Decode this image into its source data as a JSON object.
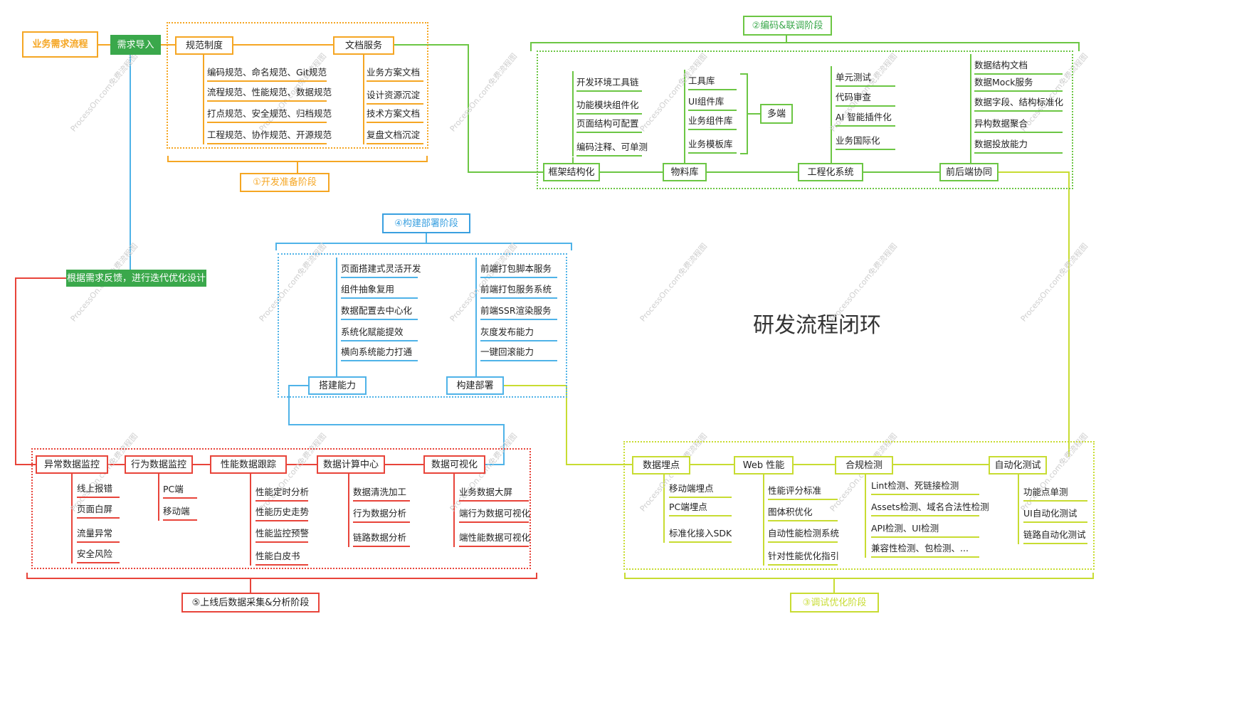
{
  "title": "研发流程闭环",
  "colors": {
    "orange": "#f5a623",
    "orange_fill": "#f7a72a",
    "green_fill": "#3aa84b",
    "green": "#6cc644",
    "blue": "#4fb3e8",
    "blue_stage": "#3aa0e0",
    "red": "#e8443a",
    "lime": "#c8dc32"
  },
  "watermark": "ProcessOn.com免费流程图",
  "flow": {
    "root": "业务需求流程",
    "import": "需求导入",
    "feedback": "根据需求反馈，进行迭代优化设计"
  },
  "stage1": {
    "label": "①开发准备阶段",
    "norms": {
      "title": "规范制度",
      "items": [
        "编码规范、命名规范、Git规范",
        "流程规范、性能规范、数据规范",
        "打点规范、安全规范、归档规范",
        "工程规范、协作规范、开源规范"
      ]
    },
    "docs": {
      "title": "文档服务",
      "items": [
        "业务方案文档",
        "设计资源沉淀",
        "技术方案文档",
        "复盘文档沉淀"
      ]
    }
  },
  "stage2": {
    "label": "②编码&联调阶段",
    "framework": {
      "title": "框架结构化",
      "items": [
        "开发环境工具链",
        "功能模块组件化",
        "页面结构可配置",
        "编码注释、可单测"
      ]
    },
    "materials": {
      "title": "物料库",
      "items": [
        "工具库",
        "UI组件库",
        "业务组件库",
        "业务模板库"
      ],
      "multi": "多端"
    },
    "engineering": {
      "title": "工程化系统",
      "items": [
        "单元测试",
        "代码审查",
        "AI 智能插件化",
        "业务国际化"
      ]
    },
    "collab": {
      "title": "前后端协同",
      "items": [
        "数据结构文档",
        "数据Mock服务",
        "数据字段、结构标准化",
        "异构数据聚合",
        "数据投放能力"
      ]
    }
  },
  "stage3": {
    "label": "③调试优化阶段",
    "tracking": {
      "title": "数据埋点",
      "items": [
        "移动端埋点",
        "PC端埋点",
        "标准化接入SDK"
      ]
    },
    "web": {
      "title": "Web 性能",
      "items": [
        "性能评分标准",
        "图体积优化",
        "自动性能检测系统",
        "针对性能优化指引"
      ]
    },
    "compliance": {
      "title": "合规检测",
      "items": [
        "Lint检测、死链接检测",
        "Assets检测、域名合法性检测",
        "API检测、UI检测",
        "兼容性检测、包检测、..."
      ]
    },
    "autotest": {
      "title": "自动化测试",
      "items": [
        "功能点单测",
        "UI自动化测试",
        "链路自动化测试"
      ]
    }
  },
  "stage4": {
    "label": "④构建部署阶段",
    "build": {
      "title": "搭建能力",
      "items": [
        "页面搭建式灵活开发",
        "组件抽象复用",
        "数据配置去中心化",
        "系统化赋能提效",
        "横向系统能力打通"
      ]
    },
    "deploy": {
      "title": "构建部署",
      "items": [
        "前端打包脚本服务",
        "前端打包服务系统",
        "前端SSR渲染服务",
        "灰度发布能力",
        "一键回滚能力"
      ]
    }
  },
  "stage5": {
    "label": "⑤上线后数据采集&分析阶段",
    "anomaly": {
      "title": "异常数据监控",
      "items": [
        "线上报错",
        "页面白屏",
        "流量异常",
        "安全风险"
      ]
    },
    "behavior": {
      "title": "行为数据监控",
      "items": [
        "PC端",
        "移动端"
      ]
    },
    "perf": {
      "title": "性能数据跟踪",
      "items": [
        "性能定时分析",
        "性能历史走势",
        "性能监控预警",
        "性能白皮书"
      ]
    },
    "compute": {
      "title": "数据计算中心",
      "items": [
        "数据清洗加工",
        "行为数据分析",
        "链路数据分析"
      ]
    },
    "visual": {
      "title": "数据可视化",
      "items": [
        "业务数据大屏",
        "端行为数据可视化",
        "端性能数据可视化"
      ]
    }
  }
}
